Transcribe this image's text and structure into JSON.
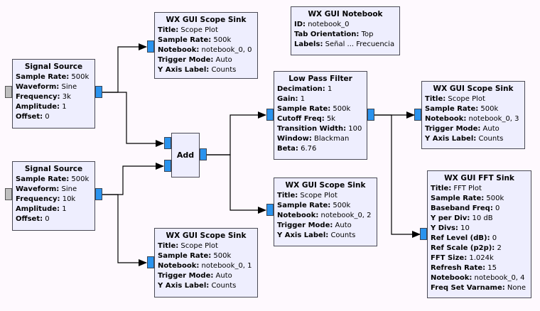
{
  "blocks": {
    "sig1": {
      "title": "Signal Source",
      "params": [
        {
          "k": "Sample Rate:",
          "v": " 500k"
        },
        {
          "k": "Waveform:",
          "v": " Sine"
        },
        {
          "k": "Frequency:",
          "v": " 3k"
        },
        {
          "k": "Amplitude:",
          "v": " 1"
        },
        {
          "k": "Offset:",
          "v": " 0"
        }
      ]
    },
    "sig2": {
      "title": "Signal Source",
      "params": [
        {
          "k": "Sample Rate:",
          "v": " 500k"
        },
        {
          "k": "Waveform:",
          "v": " Sine"
        },
        {
          "k": "Frequency:",
          "v": " 10k"
        },
        {
          "k": "Amplitude:",
          "v": " 1"
        },
        {
          "k": "Offset:",
          "v": " 0"
        }
      ]
    },
    "scope0": {
      "title": "WX GUI Scope Sink",
      "params": [
        {
          "k": "Title:",
          "v": " Scope Plot"
        },
        {
          "k": "Sample Rate:",
          "v": " 500k"
        },
        {
          "k": "Notebook:",
          "v": " notebook_0, 0"
        },
        {
          "k": "Trigger Mode:",
          "v": " Auto"
        },
        {
          "k": "Y Axis Label:",
          "v": " Counts"
        }
      ]
    },
    "scope1": {
      "title": "WX GUI Scope Sink",
      "params": [
        {
          "k": "Title:",
          "v": " Scope Plot"
        },
        {
          "k": "Sample Rate:",
          "v": " 500k"
        },
        {
          "k": "Notebook:",
          "v": " notebook_0, 1"
        },
        {
          "k": "Trigger Mode:",
          "v": " Auto"
        },
        {
          "k": "Y Axis Label:",
          "v": " Counts"
        }
      ]
    },
    "scope2": {
      "title": "WX GUI Scope Sink",
      "params": [
        {
          "k": "Title:",
          "v": " Scope Plot"
        },
        {
          "k": "Sample Rate:",
          "v": " 500k"
        },
        {
          "k": "Notebook:",
          "v": " notebook_0, 2"
        },
        {
          "k": "Trigger Mode:",
          "v": " Auto"
        },
        {
          "k": "Y Axis Label:",
          "v": " Counts"
        }
      ]
    },
    "scope3": {
      "title": "WX GUI Scope Sink",
      "params": [
        {
          "k": "Title:",
          "v": " Scope Plot"
        },
        {
          "k": "Sample Rate:",
          "v": " 500k"
        },
        {
          "k": "Notebook:",
          "v": " notebook_0, 3"
        },
        {
          "k": "Trigger Mode:",
          "v": " Auto"
        },
        {
          "k": "Y Axis Label:",
          "v": " Counts"
        }
      ]
    },
    "notebook": {
      "title": "WX GUI Notebook",
      "params": [
        {
          "k": "ID:",
          "v": " notebook_0"
        },
        {
          "k": "Tab Orientation:",
          "v": " Top"
        },
        {
          "k": "Labels:",
          "v": " Señal ... Frecuencia"
        }
      ]
    },
    "lpf": {
      "title": "Low Pass Filter",
      "params": [
        {
          "k": "Decimation:",
          "v": " 1"
        },
        {
          "k": "Gain:",
          "v": " 1"
        },
        {
          "k": "Sample Rate:",
          "v": " 500k"
        },
        {
          "k": "Cutoff Freq:",
          "v": " 5k"
        },
        {
          "k": "Transition Width:",
          "v": " 100"
        },
        {
          "k": "Window:",
          "v": " Blackman"
        },
        {
          "k": "Beta:",
          "v": " 6.76"
        }
      ]
    },
    "add": {
      "title": "Add"
    },
    "fft": {
      "title": "WX GUI FFT Sink",
      "params": [
        {
          "k": "Title:",
          "v": " FFT Plot"
        },
        {
          "k": "Sample Rate:",
          "v": " 500k"
        },
        {
          "k": "Baseband Freq:",
          "v": " 0"
        },
        {
          "k": "Y per Div:",
          "v": " 10 dB"
        },
        {
          "k": "Y Divs:",
          "v": " 10"
        },
        {
          "k": "Ref Level (dB):",
          "v": " 0"
        },
        {
          "k": "Ref Scale (p2p):",
          "v": " 2"
        },
        {
          "k": "FFT Size:",
          "v": " 1.024k"
        },
        {
          "k": "Refresh Rate:",
          "v": " 15"
        },
        {
          "k": "Notebook:",
          "v": " notebook_0, 4"
        },
        {
          "k": "Freq Set Varname:",
          "v": " None"
        }
      ]
    }
  },
  "colors": {
    "canvas": "#fef9fe",
    "block": "#eeeefe",
    "port": "#2a93ee",
    "msg_port": "#bfbfbf"
  }
}
